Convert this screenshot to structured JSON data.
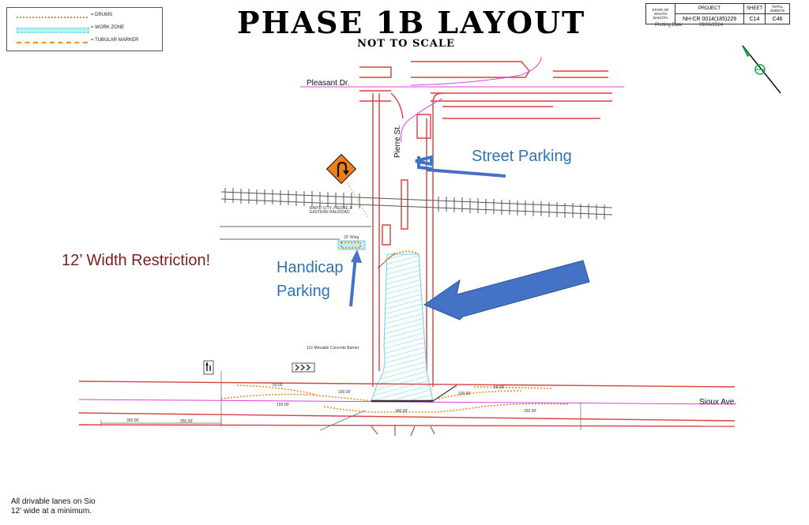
{
  "legend": {
    "items": [
      {
        "label": "= DRUMS",
        "color": "#f28c28"
      },
      {
        "label": "= WORK ZONE",
        "color": "#69d2e7"
      },
      {
        "label": "= TUBULAR MARKER",
        "color": "#f28c28"
      }
    ]
  },
  "title": "PHASE 1B LAYOUT",
  "subtitle": "NOT TO SCALE",
  "title_block": {
    "state_label": "STATE OF SOUTH DAKOTA",
    "project_header": "PROJECT",
    "project_number": "NH-CR 0014(185)229",
    "sheet_header": "SHEET",
    "sheet_number": "C14",
    "total_header": "TOTAL SHEETS",
    "total_sheets": "C46",
    "plotting_label": "Plotting Date:",
    "plotting_date": "09/06/2024"
  },
  "streets": {
    "north": "Pleasant Dr.",
    "vertical": "Pierre St.",
    "south": "Sioux Ave."
  },
  "small_labels": {
    "railroad": "RAPID CITY, PIERRE & EASTERN RAILROAD",
    "barrier": "12x Movable Concrete Barrier",
    "dim_350a": "350.00'",
    "dim_350b": "350.00'",
    "dim_100a": "100.00'",
    "dim_100b": "100.00'",
    "dim_150a": "150.00'",
    "dim_150b": "150.00'",
    "dim_50a": "50.00'",
    "dim_50b": "50.00'",
    "dim_180": "180.00'",
    "dim_20": "25' Wing"
  },
  "callouts": {
    "street_parking": "Street Parking",
    "handicap_line1": "Handicap",
    "handicap_line2": "Parking",
    "width_restriction": "12’ Width Restriction!"
  },
  "footnote": {
    "line1": "All drivable lanes on Sio",
    "line2": "12' wide at a minimum."
  },
  "colors": {
    "road": "#d94040",
    "workzone": "#69d2e7",
    "drums": "#f28c28",
    "magenta": "#e040e0",
    "callout_arrow": "#4472c4",
    "sign": "#f07f1a"
  }
}
